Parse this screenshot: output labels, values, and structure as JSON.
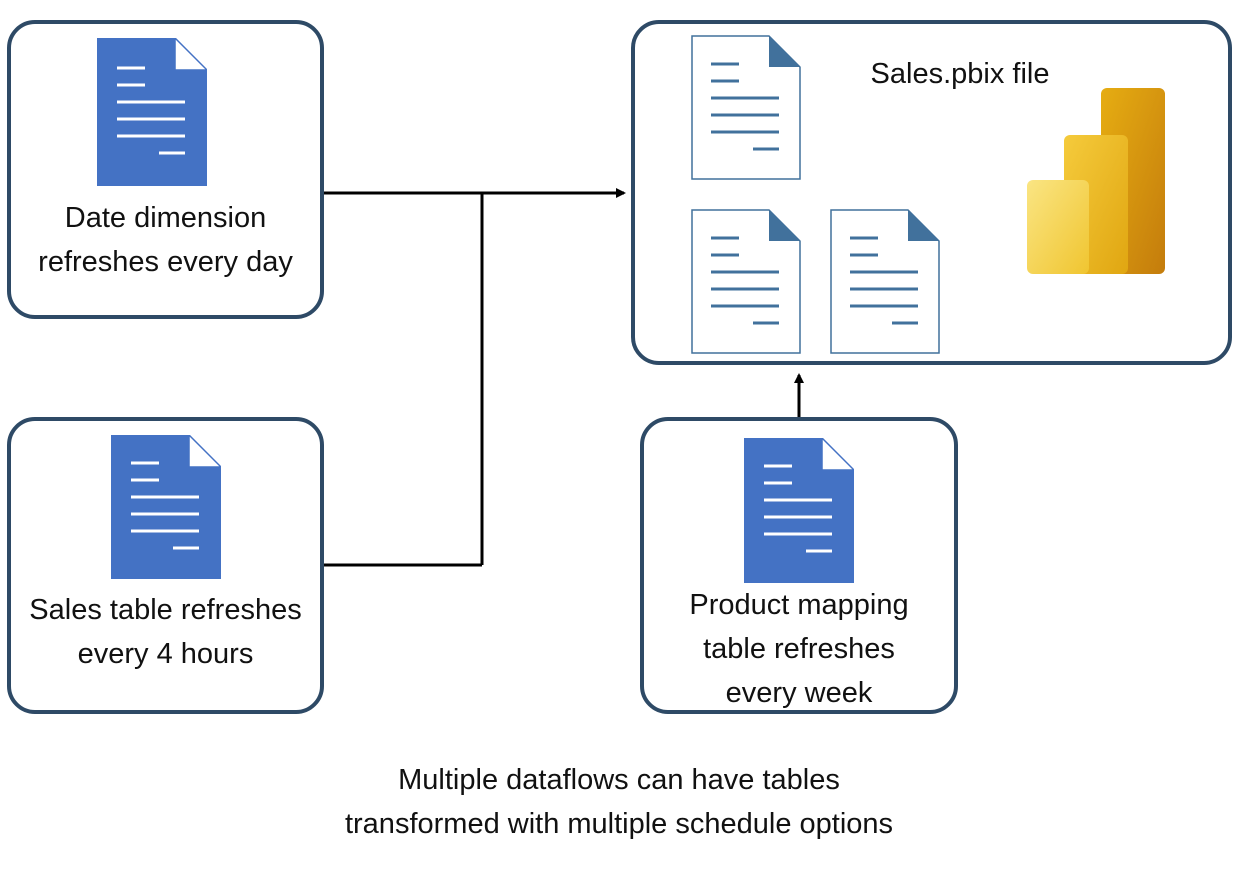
{
  "nodes": {
    "date": {
      "line1": "Date dimension",
      "line2": "refreshes every day"
    },
    "sales": {
      "line1": "Sales table refreshes",
      "line2": "every 4 hours"
    },
    "product": {
      "line1": "Product mapping",
      "line2": "table refreshes",
      "line3": "every week"
    },
    "pbix": {
      "title": "Sales.pbix file"
    }
  },
  "caption": {
    "line1": "Multiple dataflows can have tables",
    "line2": "transformed with multiple schedule options"
  },
  "icons": {
    "document": "document-icon",
    "powerbi": "powerbi-logo-icon"
  },
  "colors": {
    "box_border": "#2e4a66",
    "doc_filled": "#4472c4",
    "doc_outline": "#41719c",
    "powerbi_dark": "#c98a0e",
    "powerbi_mid": "#e8b21a",
    "powerbi_light": "#f7d45a"
  }
}
